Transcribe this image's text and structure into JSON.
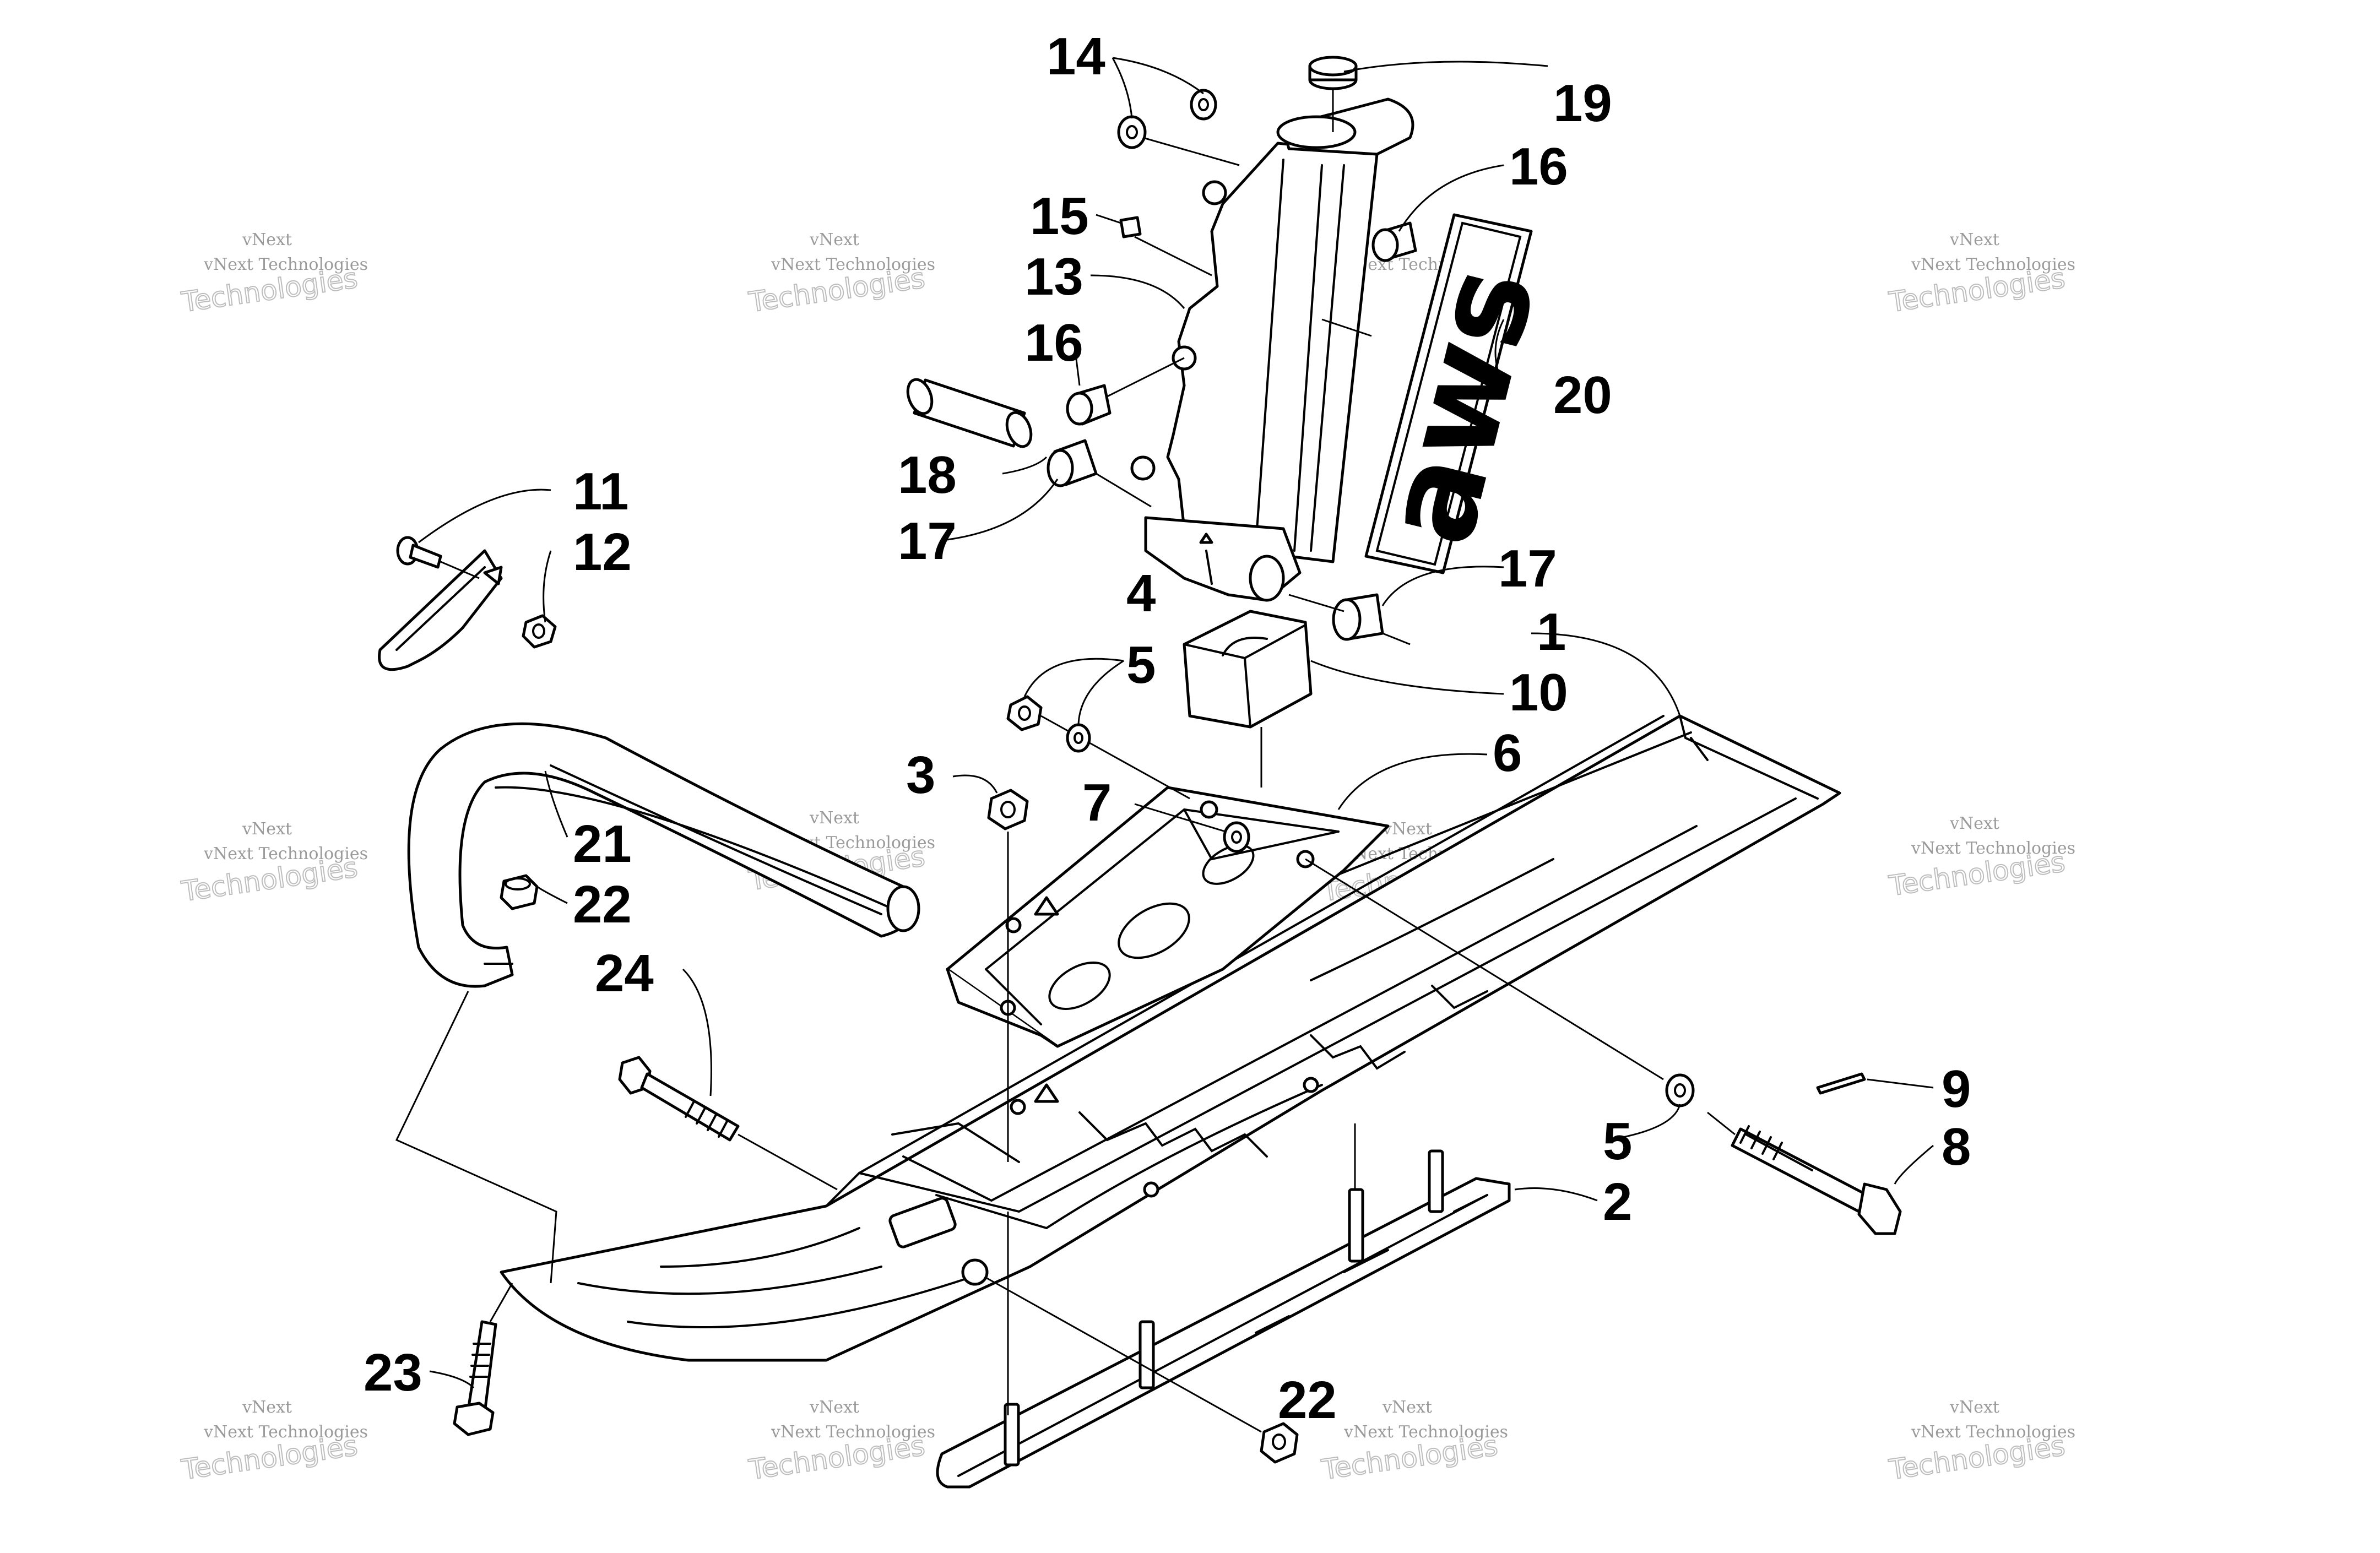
{
  "watermark": {
    "line1": "vNext Technologies",
    "line2": "vNext",
    "line3": "Technologies"
  },
  "logo": {
    "text": "aws"
  },
  "callouts": {
    "c1": "1",
    "c2": "2",
    "c3": "3",
    "c4": "4",
    "c5a": "5",
    "c5b": "5",
    "c6": "6",
    "c7": "7",
    "c8": "8",
    "c9": "9",
    "c10": "10",
    "c11": "11",
    "c12": "12",
    "c13": "13",
    "c14": "14",
    "c15": "15",
    "c16a": "16",
    "c16b": "16",
    "c17a": "17",
    "c17b": "17",
    "c18": "18",
    "c19": "19",
    "c20": "20",
    "c21": "21",
    "c22a": "22",
    "c22b": "22",
    "c23": "23",
    "c24": "24"
  }
}
